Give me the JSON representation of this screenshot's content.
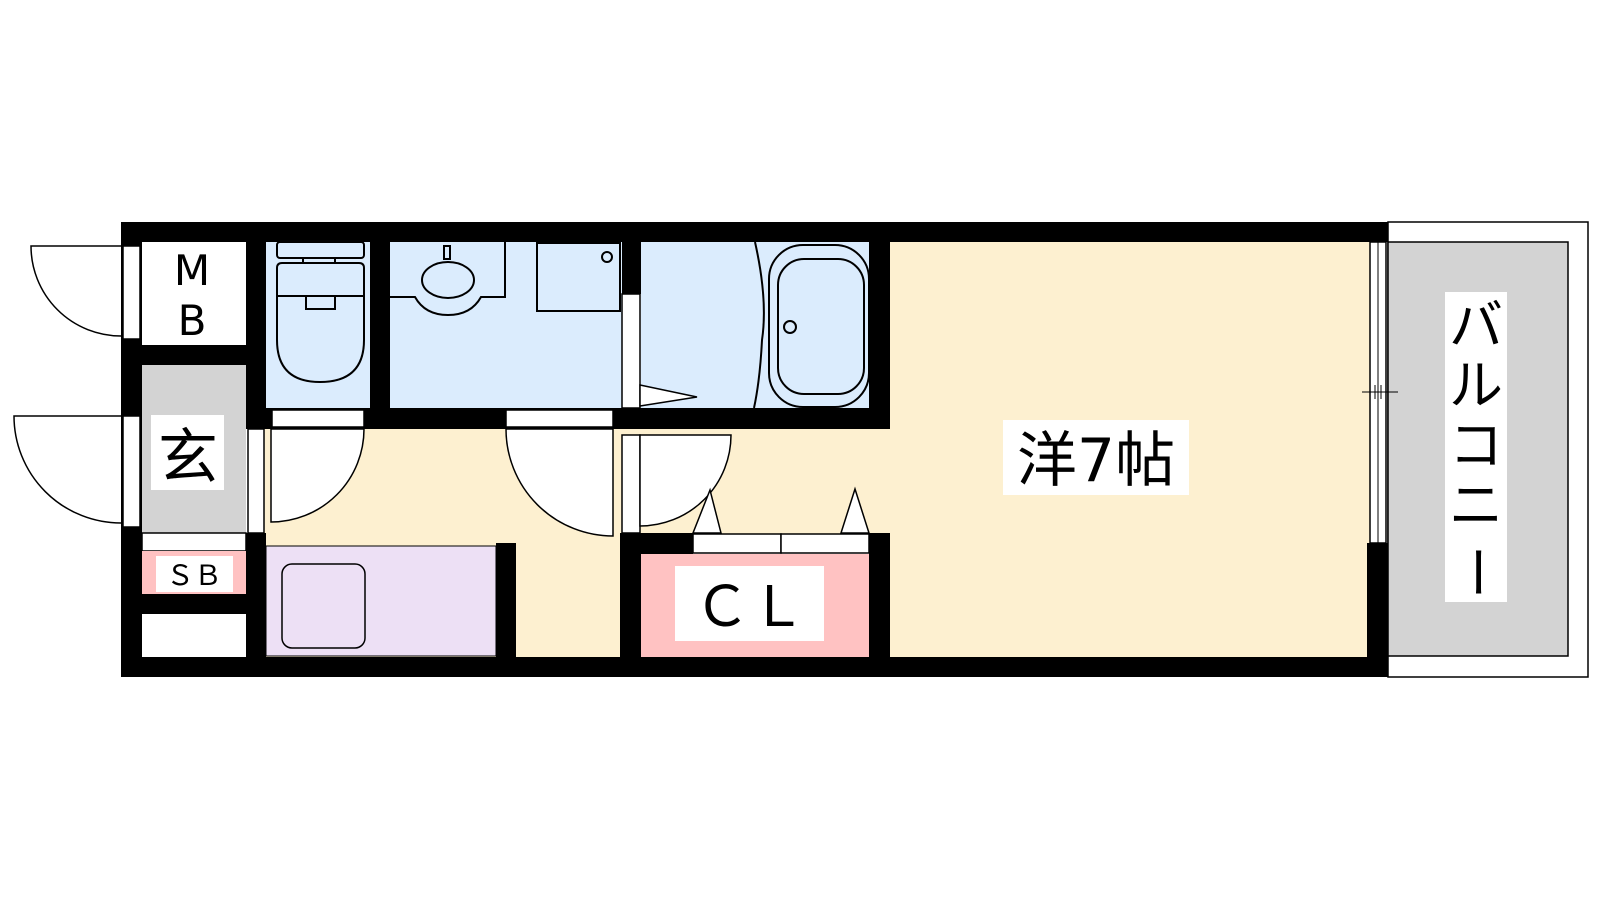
{
  "plan": {
    "rooms": {
      "meter_box": {
        "label_line1": "M",
        "label_line2": "B"
      },
      "entrance": {
        "label": "玄"
      },
      "shoe_box": {
        "label": "ＳＢ"
      },
      "closet": {
        "label": "ＣＬ"
      },
      "western_room": {
        "label": "洋7帖"
      },
      "balcony": {
        "label_chars": [
          "バ",
          "ル",
          "コ",
          "ニ",
          "ー"
        ]
      }
    },
    "colors": {
      "wall": "#000000",
      "wet_area": "#dbecfd",
      "floor": "#fdf0d0",
      "laundry": "#ede0f5",
      "storage": "#ffc2c2",
      "entrance": "#d3d3d3",
      "balcony": "#d3d3d3"
    }
  }
}
